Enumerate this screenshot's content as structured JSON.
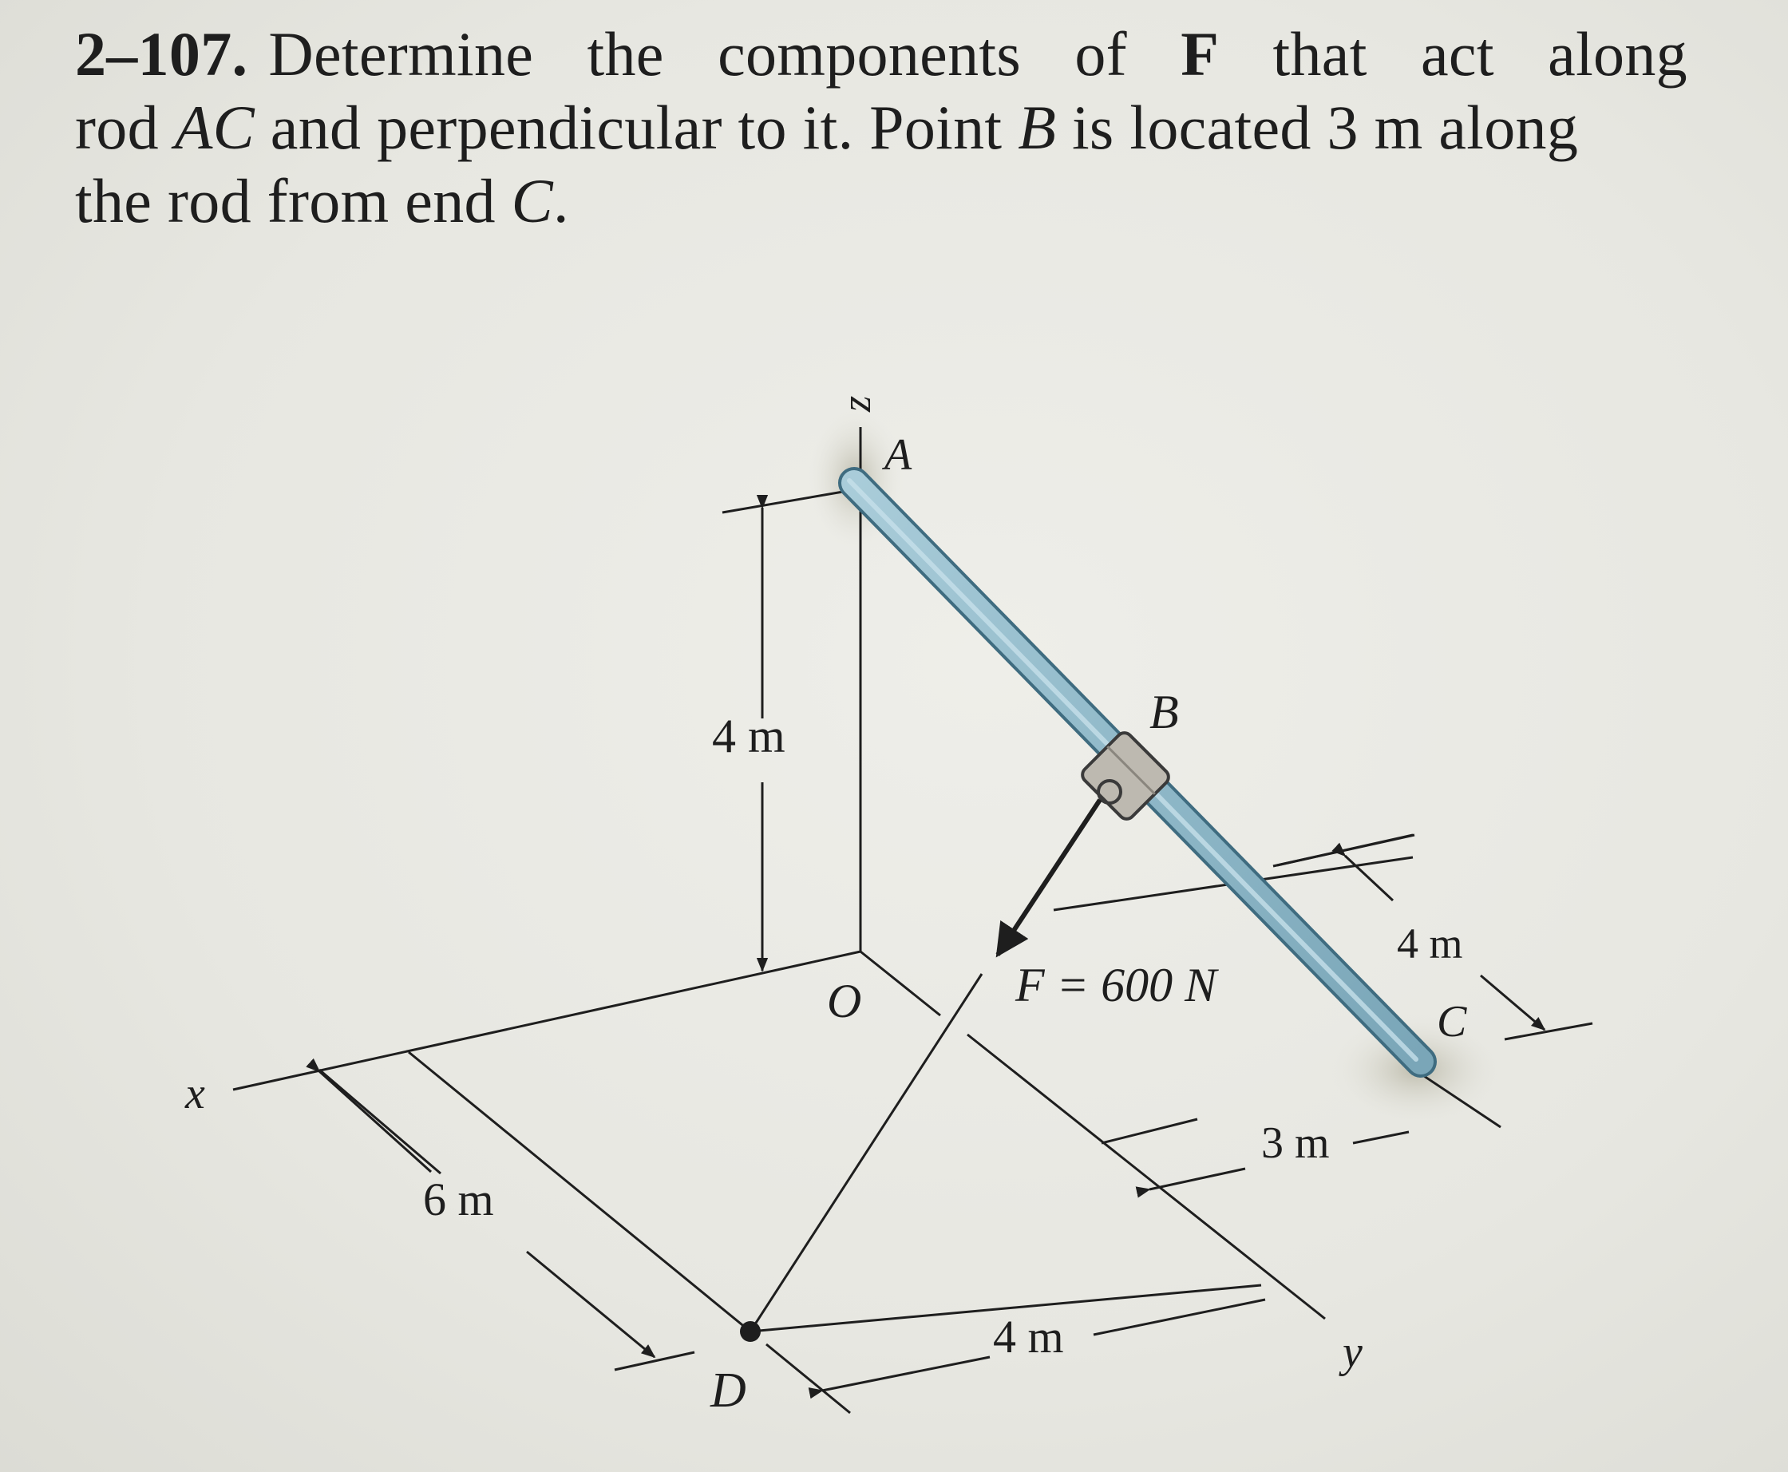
{
  "problem": {
    "number": "2–107.",
    "line1_words": [
      "Determine",
      "the",
      "components",
      "of",
      "F",
      "that",
      "act",
      "along"
    ],
    "line2_pre": "rod ",
    "line2_ac": "AC",
    "line2_mid": " and perpendicular to it. Point ",
    "line2_b": "B",
    "line2_post": " is located 3 m along",
    "line3_pre": "the rod from end ",
    "line3_c": "C",
    "line3_post": "."
  },
  "figure": {
    "labels": {
      "z_axis": "z",
      "x_axis": "x",
      "y_axis": "y",
      "point_a": "A",
      "point_b": "B",
      "point_c": "C",
      "point_d": "D",
      "origin": "O",
      "force": "F = 600 N",
      "dim_height": "4 m",
      "dim_x": "6 m",
      "dim_c_offset": "4 m",
      "dim_bottom": "4 m",
      "dim_y": "3 m"
    },
    "colors": {
      "rod": "#8fb8c8",
      "rod_edge": "#4f7f93",
      "collar": "#b9b5ad",
      "ink": "#1e1e1e"
    }
  }
}
